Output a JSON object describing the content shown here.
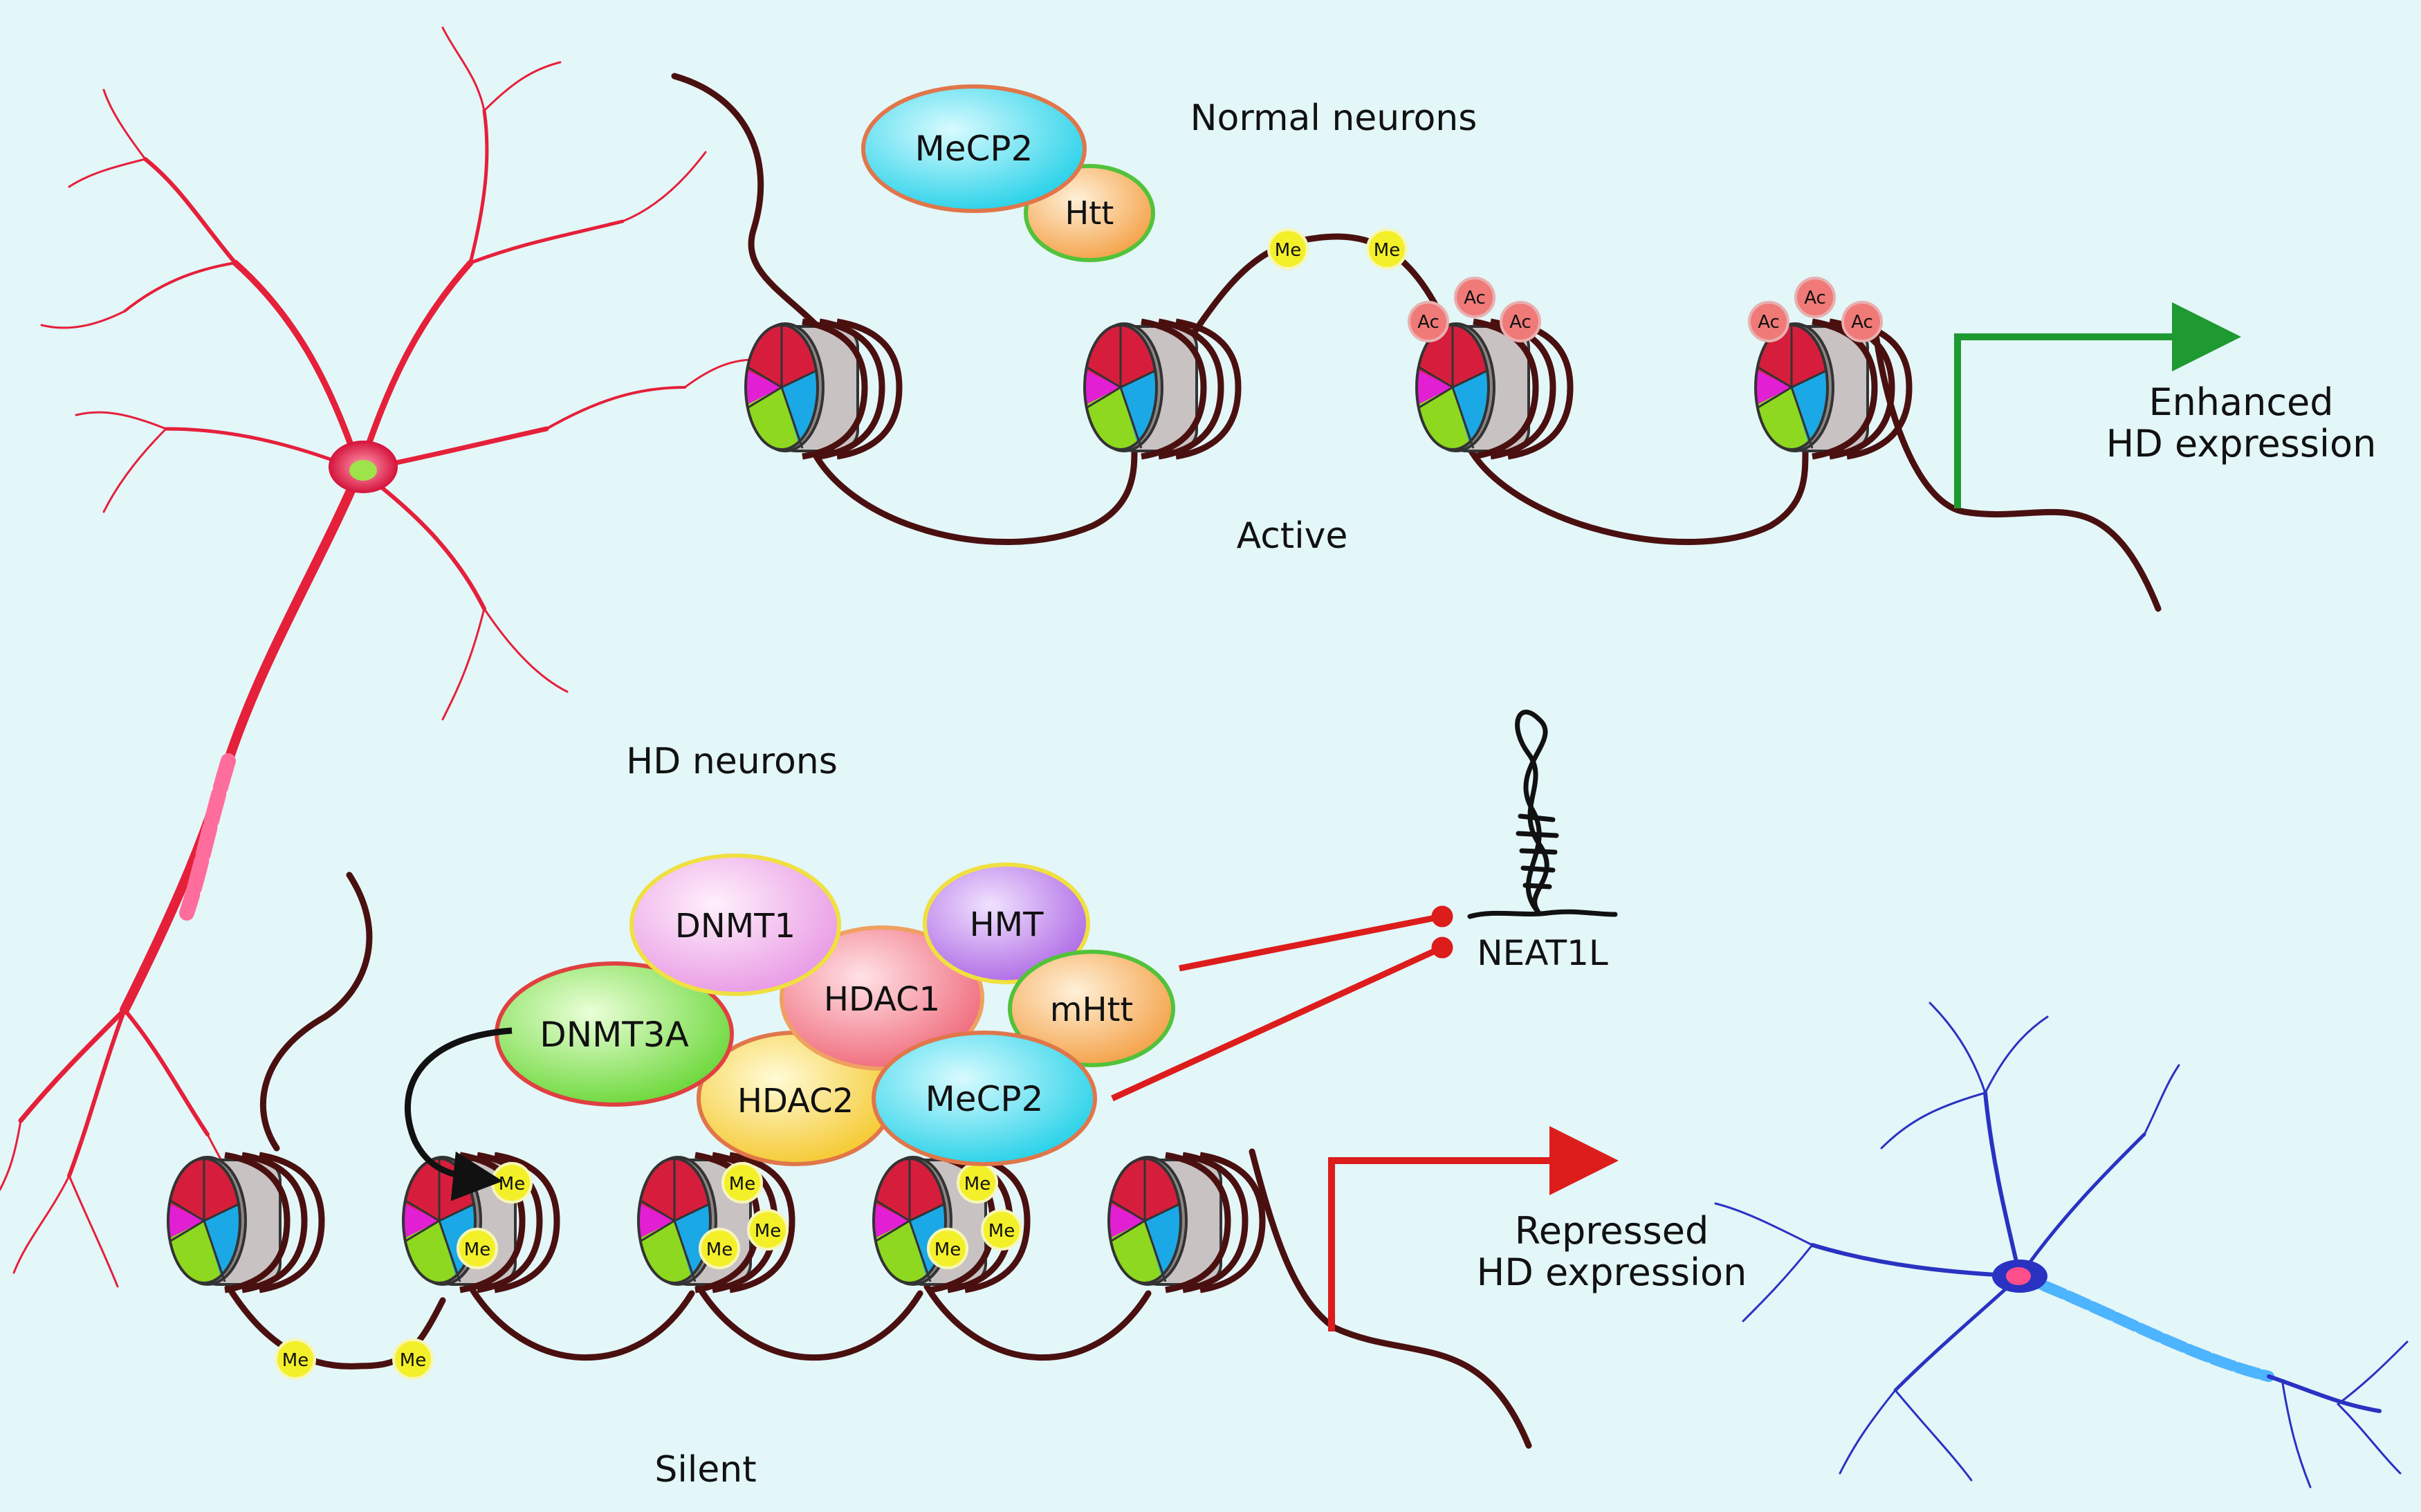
{
  "colors": {
    "background": "#e3f6f8",
    "dna": "#4a1010",
    "active_arrow": "#1e9a30",
    "repress_arrow": "#dd1c1c",
    "methyl": "#f3f02a",
    "acetyl": "#f07a78",
    "healthy_neuron": "#e5203a",
    "hd_neuron": "#2a32c2"
  },
  "labels": {
    "normal_neurons": "Normal neurons",
    "active": "Active",
    "enhanced_line1": "Enhanced",
    "enhanced_line2": "HD expression",
    "hd_neurons": "HD neurons",
    "silent": "Silent",
    "repressed_line1": "Repressed",
    "repressed_line2": "HD expression",
    "neat1l": "NEAT1L"
  },
  "marks": {
    "methyl": "Me",
    "acetyl": "Ac"
  },
  "proteins": {
    "mecp2_top": "MeCP2",
    "htt": "Htt",
    "dnmt1": "DNMT1",
    "hmt": "HMT",
    "hdac1": "HDAC1",
    "mhtt": "mHtt",
    "dnmt3a": "DNMT3A",
    "hdac2": "HDAC2",
    "mecp2_bottom": "MeCP2"
  }
}
